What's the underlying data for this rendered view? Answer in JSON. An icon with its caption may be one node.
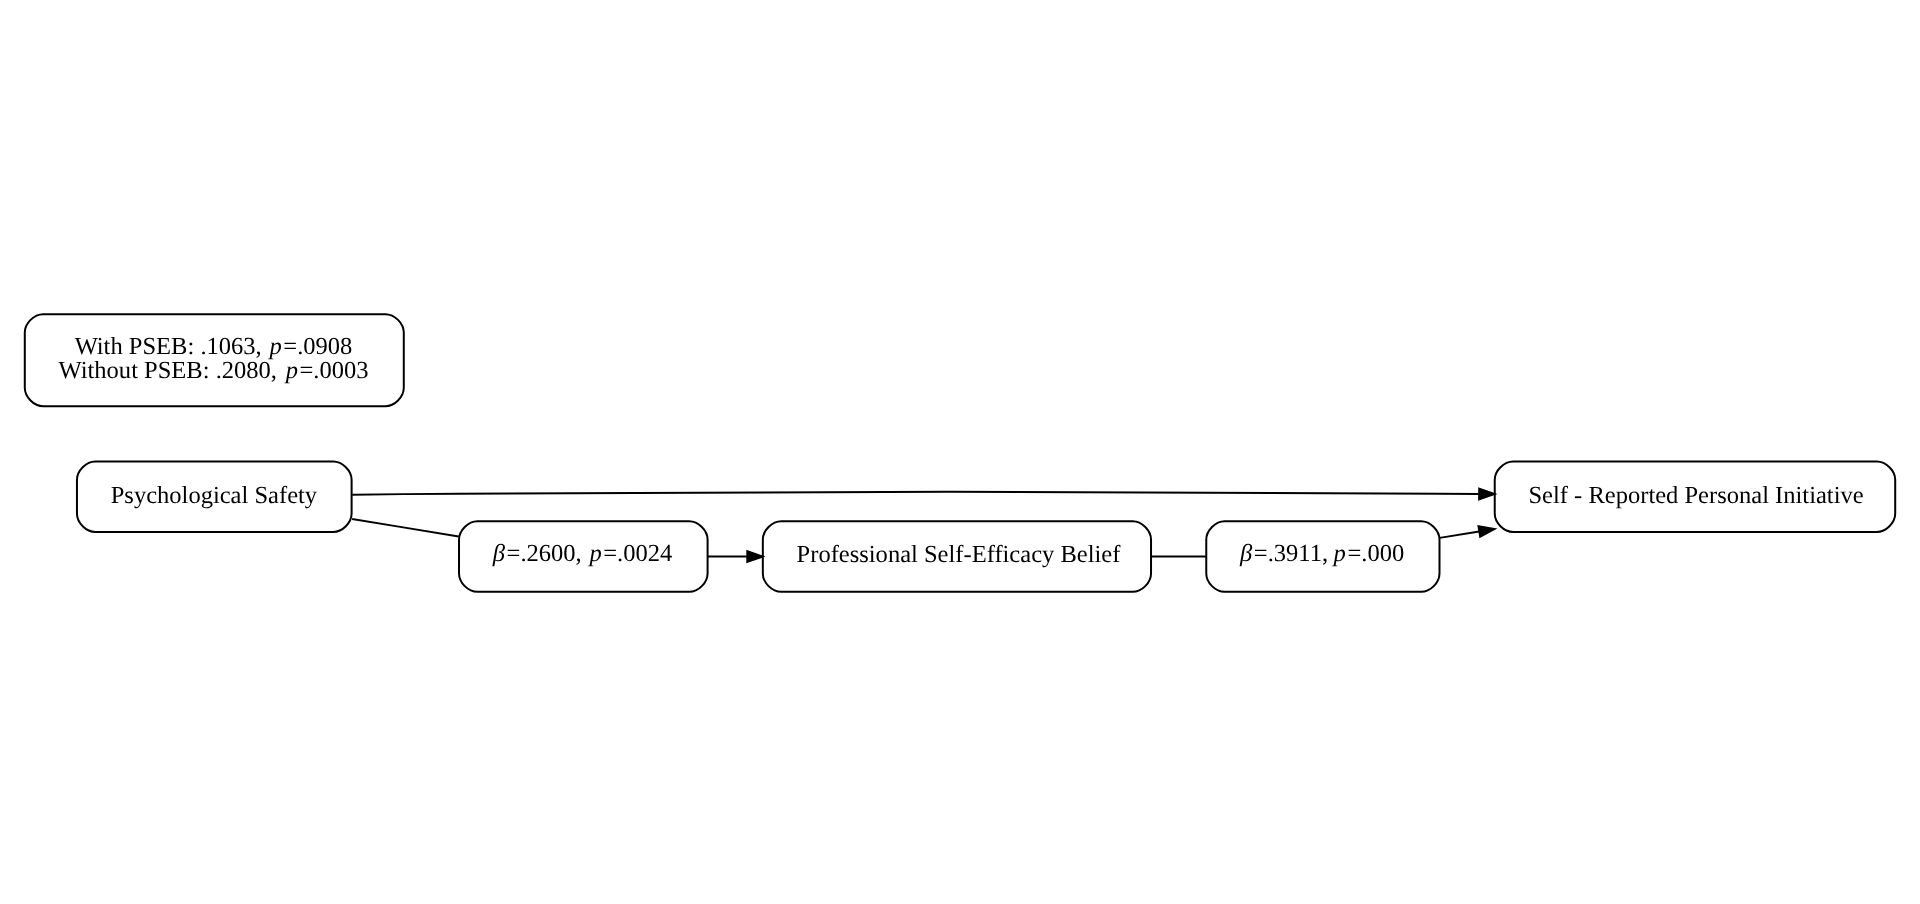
{
  "diagram": {
    "nodes": [
      {
        "text": [
          "Professional Self-Efficacy Belief"
        ]
      },
      {
        "text": [
          "Psychological Safety"
        ]
      },
      {
        "text": [
          "Self - Reported Personal Initiative"
        ]
      },
      {
        "text": [
          "*β*=.2600, *p*=.0024"
        ]
      },
      {
        "text": [
          "*β*=.3911, *p*=.000"
        ]
      },
      {
        "text": [
          "With PSEB: .1063, *p*=.0908",
          "Without PSEB: .2080, *p*=.0003"
        ]
      }
    ],
    "edges": [
      {
        "from": 1,
        "to": 3,
        "arrow": "none"
      },
      {
        "from": 3,
        "to": 0,
        "arrow": "to"
      },
      {
        "from": 0,
        "to": 4,
        "arrow": "none"
      },
      {
        "from": 4,
        "to": 2,
        "arrow": "to"
      },
      {
        "from": 1,
        "to": 2,
        "arrow": "to"
      }
    ]
  }
}
